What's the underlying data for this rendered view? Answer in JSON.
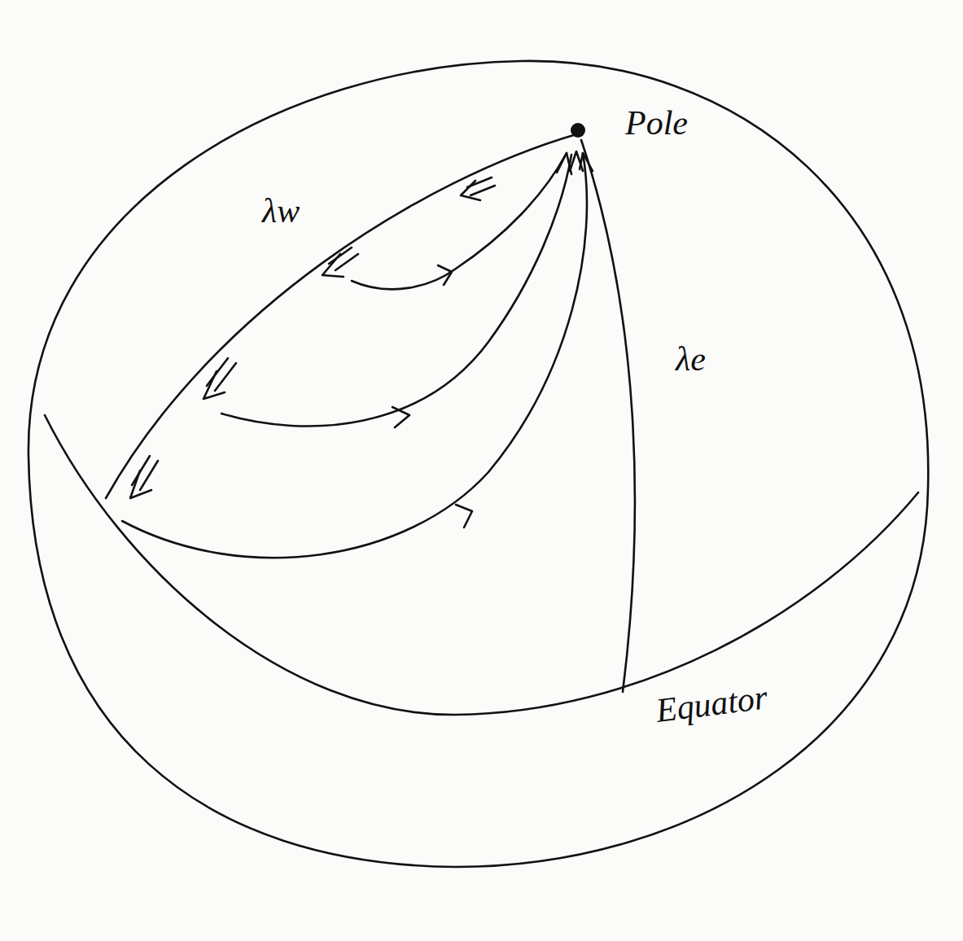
{
  "diagram": {
    "labels": [
      "Pole",
      "λw",
      "λe",
      "Equator"
    ]
  }
}
